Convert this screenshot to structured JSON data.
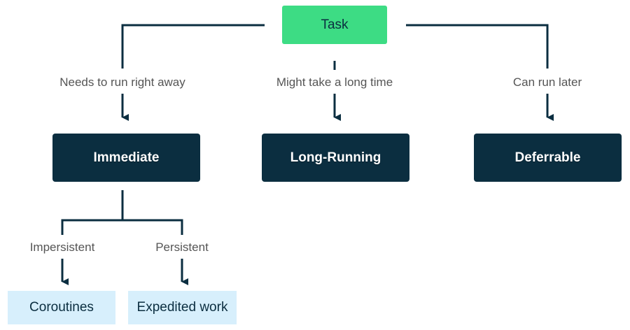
{
  "colors": {
    "root_fill": "#3ddc84",
    "category_fill": "#0b2e40",
    "leaf_fill": "#d7effc",
    "line": "#0b2e40",
    "label_text": "#555555",
    "root_text": "#0b2e40",
    "leaf_text": "#0b2e40"
  },
  "nodes": {
    "task": "Task",
    "immediate": "Immediate",
    "long_running": "Long-Running",
    "deferrable": "Deferrable",
    "coroutines": "Coroutines",
    "expedited_work": "Expedited work"
  },
  "edges": {
    "needs_to_run_right_away": "Needs to run right away",
    "might_take_a_long_time": "Might take a long time",
    "can_run_later": "Can run later",
    "impersistent": "Impersistent",
    "persistent": "Persistent"
  }
}
